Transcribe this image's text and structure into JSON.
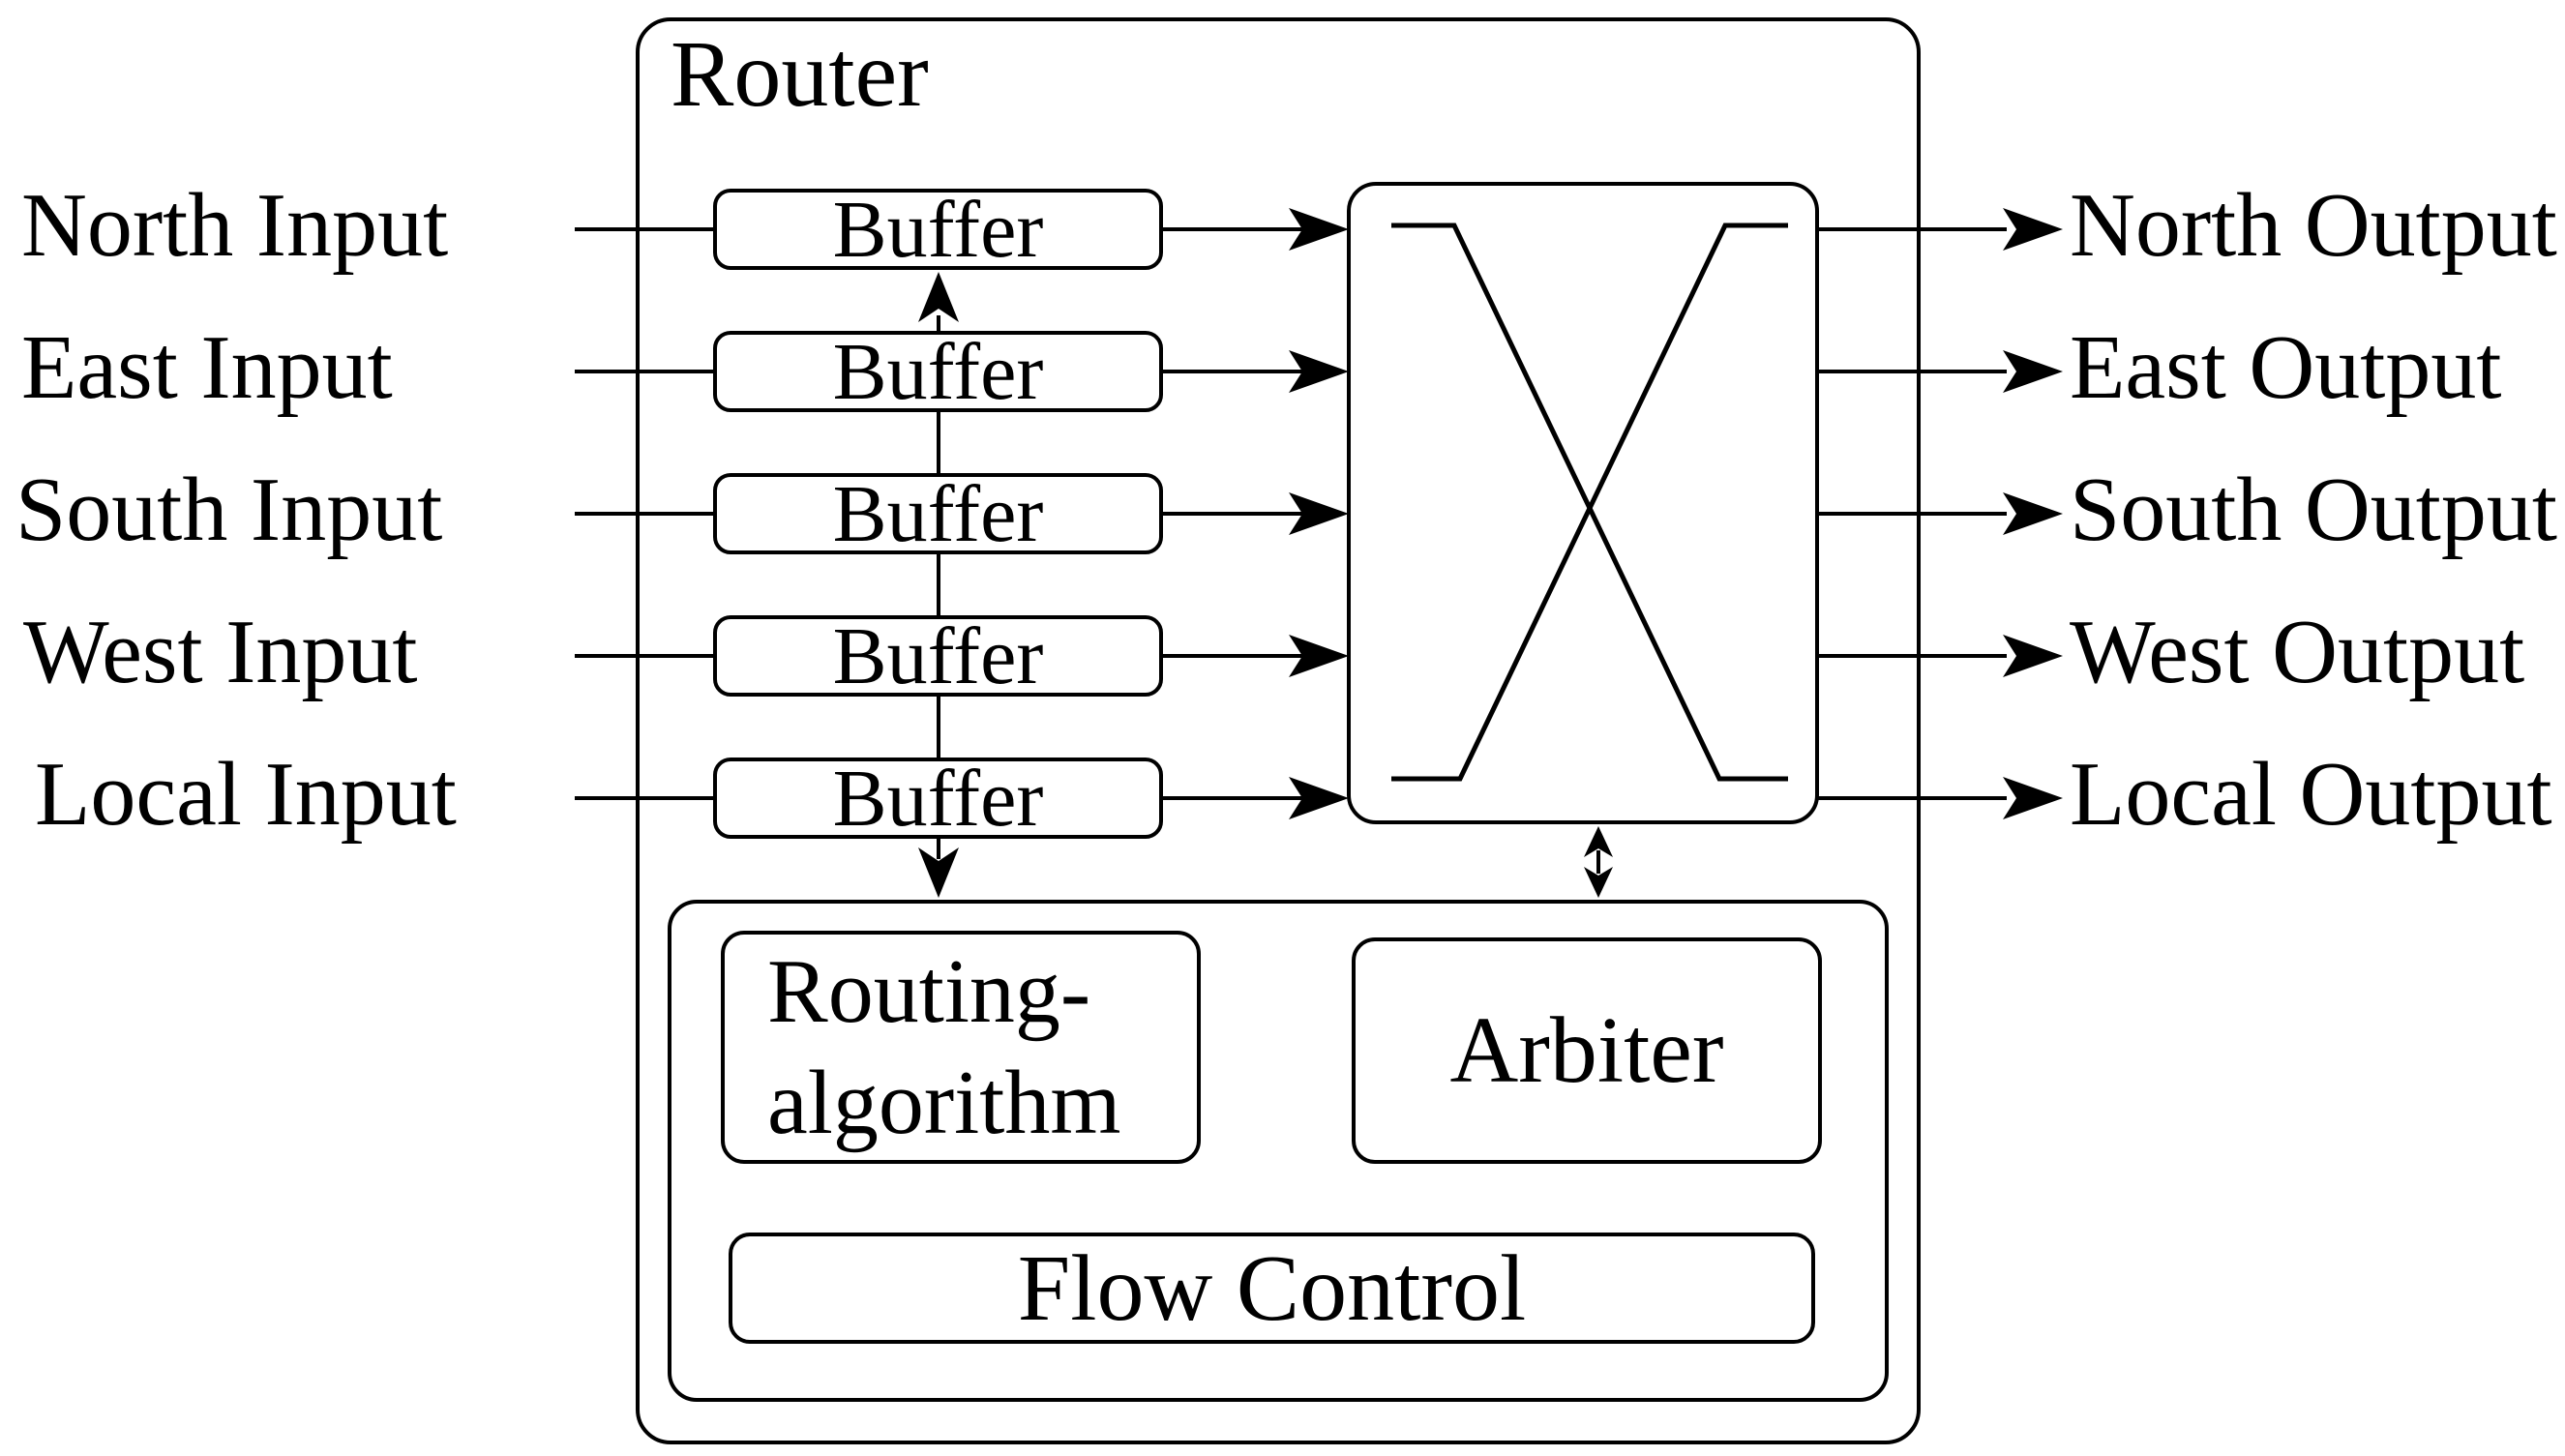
{
  "colors": {
    "ink": "#000000",
    "background": "#ffffff"
  },
  "diagram": {
    "title": "Router",
    "inputs": [
      "North Input",
      "East Input",
      "South Input",
      "West Input",
      "Local Input"
    ],
    "buffers": [
      "Buffer",
      "Buffer",
      "Buffer",
      "Buffer",
      "Buffer"
    ],
    "outputs": [
      "North Output",
      "East Output",
      "South Output",
      "West Output",
      "Local Output"
    ],
    "control_unit": {
      "routing_algorithm": {
        "line1": "Routing-",
        "line2": "algorithm"
      },
      "arbiter": "Arbiter",
      "flow_control": "Flow Control"
    },
    "icons": {
      "crossbar": "crossbar-switch-x-icon",
      "arrowheads": "stealth-arrowhead",
      "crossbar_control_link": "double-headed-arrow"
    }
  }
}
